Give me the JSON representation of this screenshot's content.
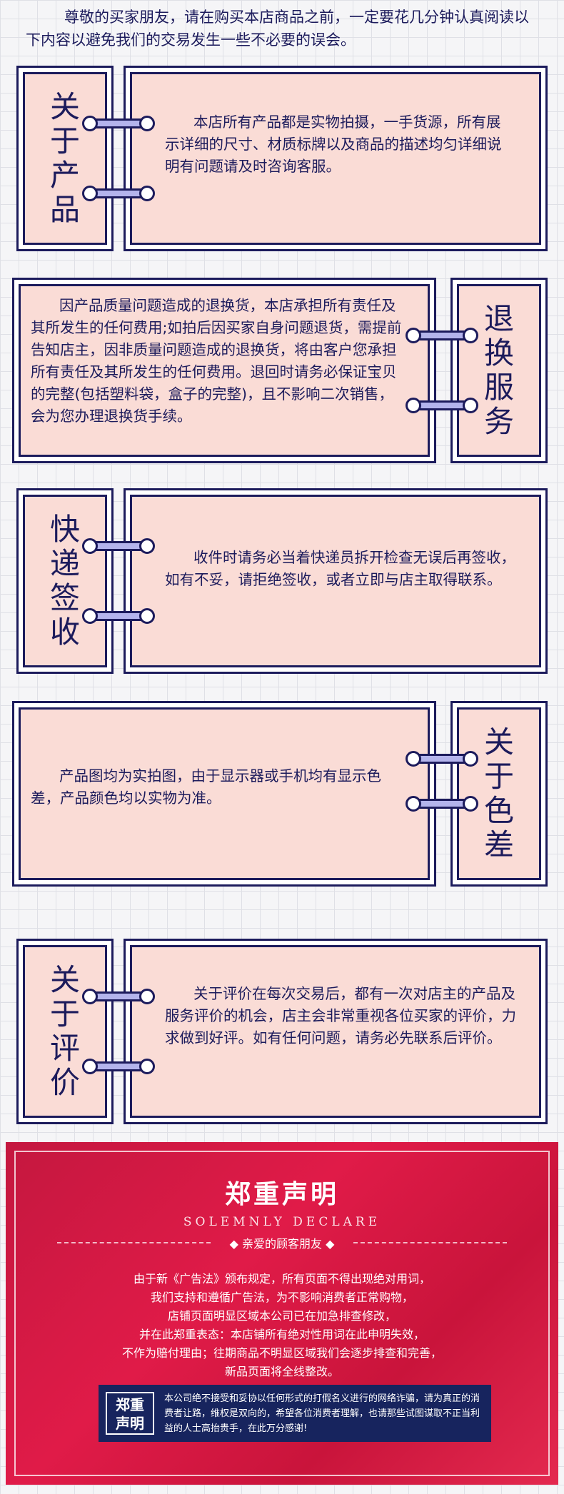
{
  "intro": "尊敬的买家朋友，请在购买本店商品之前，一定要花几分钟认真阅读以下内容以避免我们的交易发生一些不必要的误会。",
  "sections": [
    {
      "title_chars": [
        "关",
        "于",
        "产",
        "品"
      ],
      "body": "本店所有产品都是实物拍摄，一手货源，所有展示详细的尺寸、材质标牌以及商品的描述均匀详细说明有问题请及时咨询客服。"
    },
    {
      "title_chars": [
        "退",
        "换",
        "服",
        "务"
      ],
      "body": "因产品质量问题造成的退换货，本店承担所有责任及其所发生的任何费用;如拍后因买家自身问题退货，需提前告知店主，因非质量问题造成的退换货，将由客户您承担所有责任及其所发生的任何费用。退回时请务必保证宝贝的完整(包括塑料袋，盒子的完整)，且不影响二次销售，会为您办理退换货手续。"
    },
    {
      "title_chars": [
        "快",
        "递",
        "签",
        "收"
      ],
      "body": "收件时请务必当着快递员拆开检查无误后再签收，如有不妥，请拒绝签收，或者立即与店主取得联系。"
    },
    {
      "title_chars": [
        "关",
        "于",
        "色",
        "差"
      ],
      "body": "产品图均为实拍图，由于显示器或手机均有显示色差，产品颜色均以实物为准。"
    },
    {
      "title_chars": [
        "关",
        "于",
        "评",
        "价"
      ],
      "body": "关于评价在每次交易后，都有一次对店主的产品及服务评价的机会，店主会非常重视各位买家的评价，力求做到好评。如有任何问题，请务必先联系后评价。"
    }
  ],
  "declare": {
    "title": "郑重声明",
    "subtitle": "SOLEMNLY DECLARE",
    "friends": "◆ 亲爱的顾客朋友 ◆",
    "lines": [
      "由于新《广告法》颁布规定，所有页面不得出现绝对用词，",
      "我们支持和遵循广告法，为不影响消费者正常购物，",
      "店铺页面明显区域本公司已在加急排查修改，",
      "并在此郑重表态：本店铺所有绝对性用词在此申明失效，",
      "不作为赔付理由；往期商品不明显区域我们会逐步排查和完善，",
      "新品页面将全线整改。"
    ],
    "seal_line1": "郑重",
    "seal_line2": "声明",
    "notice": "本公司绝不接受和妥协以任何形式的打假名义进行的网络诈骗，请为真正的消费者让路，维权是双向的，希望各位消费者理解，也请那些试图谋取不正当利益的人士高抬贵手，在此万分感谢!"
  },
  "colors": {
    "navy": "#1c1b5c",
    "panel_pink": "#fadcd6",
    "ring_lavender": "#b4b4ec",
    "declare_red": "#e01b48"
  }
}
